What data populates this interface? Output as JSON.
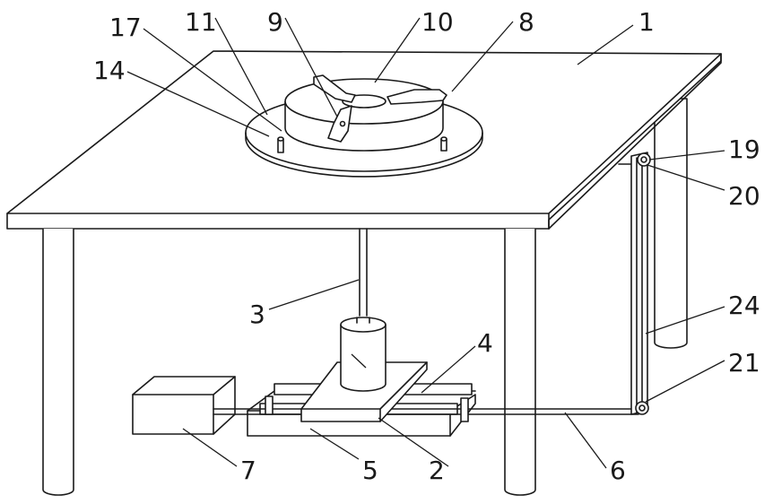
{
  "figure": {
    "callouts": [
      {
        "id": "c1",
        "text": "1"
      },
      {
        "id": "c2",
        "text": "2"
      },
      {
        "id": "c3",
        "text": "3"
      },
      {
        "id": "c4",
        "text": "4"
      },
      {
        "id": "c5",
        "text": "5"
      },
      {
        "id": "c6",
        "text": "6"
      },
      {
        "id": "c7",
        "text": "7"
      },
      {
        "id": "c8",
        "text": "8"
      },
      {
        "id": "c9",
        "text": "9"
      },
      {
        "id": "c10",
        "text": "10"
      },
      {
        "id": "c11",
        "text": "11"
      },
      {
        "id": "c14",
        "text": "14"
      },
      {
        "id": "c17",
        "text": "17"
      },
      {
        "id": "c19",
        "text": "19"
      },
      {
        "id": "c20",
        "text": "20"
      },
      {
        "id": "c21",
        "text": "21"
      },
      {
        "id": "c24",
        "text": "24"
      }
    ]
  }
}
